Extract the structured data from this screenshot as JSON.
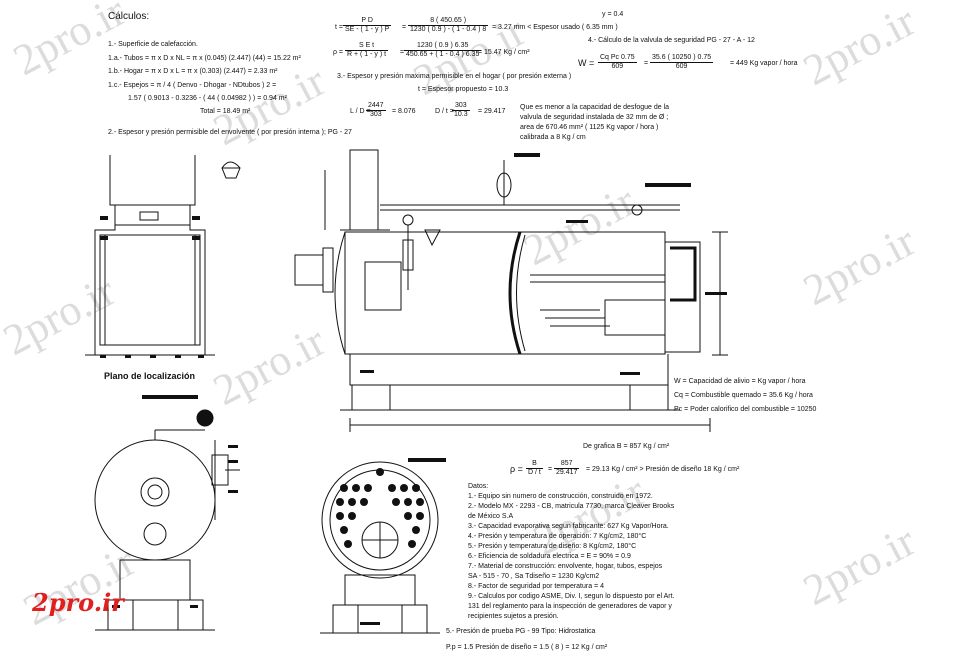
{
  "watermark": "2pro.ir",
  "logo": "2pro.ir",
  "calc": {
    "title": "Cálculos:",
    "l1": "1.- Superficie de calefacción.",
    "l2": "1.a.- Tubos = π x D x NL = π x (0.045) (2.447) (44) = 15.22 m²",
    "l3": "1.b.- Hogar = π x D x L = π x (0.303) (2.447) = 2.33 m²",
    "l4": "1.c.- Espejos = π / 4 ( Denvo - Dhogar - NDtubos ) 2 =",
    "l5": "1.57 ( 0.9013 - 0.3236 - ( 44 ( 0.04982 ) ) = 0.94 m²",
    "l6": "Total = 18.49 m²",
    "l7": "2.- Espesor y presión permisible del envolvente ( por presión interna ); PG - 27"
  },
  "formulas": {
    "t_lhs": "t =",
    "t_num": "P D",
    "t_den": "SE - ( 1 - y ) P",
    "t_num2": "8 ( 450.65 )",
    "t_den2": "1230 ( 0.9 ) - ( 1 - 0.4 ) 8",
    "t_res": "= 3.27 mm < Espesor usado ( 6.35 mm )",
    "y": "y = 0.4",
    "rho_lhs": "ρ =",
    "rho_num": "S E t",
    "rho_den": "R + ( 1 - y ) t",
    "rho_num2": "1230 ( 0.9 ) 6.35",
    "rho_den2": "450.65 + ( 1 - 0.4 ) 6.35",
    "rho_res": "= 15.47 Kg / cm²",
    "valve_title": "4.- Cálculo de la valvula de seguridad PG - 27 - A - 12",
    "w_lhs": "W =",
    "w_num": "Cq  Pc  0.75",
    "w_den": "609",
    "w_num2": "35.6 ( 10250 ) 0.75",
    "w_den2": "609",
    "w_res": "= 449 Kg vapor / hora",
    "sec3": "3.- Espesor y presión maxima permisible en el hogar  ( por presión externa )",
    "t_prop": "t  = Espesor propuesto = 10.3",
    "l_num": "2447",
    "l_den": "303",
    "l_res": "= 8.076",
    "d_num": "303",
    "d_den": "10.3",
    "d_res": "= 29.417",
    "note1": "Que es menor a la capacidad de desfogue de la",
    "note2": "valvula de seguridad instalada de 32 mm de Ø ;",
    "note3": "area de 670.46 mm² ( 1125 Kg vapor / hora )",
    "note4": "calibrada a 8 Kg / cm",
    "legend1": "W = Capacidad de alivio = Kg vapor / hora",
    "legend2": "Cq = Combustible quemado = 35.6 Kg / hora",
    "legend3": "Pc = Poder calorifico del combustible = 10250",
    "grafica": "De grafica B = 857 Kg / cm²",
    "rho2_lhs": "ρ =",
    "rho2_num": "B",
    "rho2_den": "D / t",
    "rho2_num2": "857",
    "rho2_den2": "29.417",
    "rho2_res": "= 29.13 Kg / cm²   > Presión de diseño 18 Kg / cm²"
  },
  "plano": "Plano de localización",
  "datos": {
    "title": "Datos:",
    "items": [
      "1.- Equipo sin numero de construcción, construido en 1972.",
      "2.- Modelo MX - 2293 - CB, matricula 7730, marca Cleaver Brooks",
      "     de México S.A",
      "3.- Capacidad evaporativa segun fabricante: 627 Kg Vapor/Hora.",
      "4.- Presión y temperatura de operación: 7 Kg/cm2, 180°C",
      "5.- Presión y temperatura de diseño: 8 Kg/cm2, 180°C",
      "6.- Eficiencia de soldadura electrica = E = 90% = 0.9",
      "7.- Material de construcción: envolvente, hogar, tubos, espejos",
      "     SA - 515 - 70 ,  Sa Tdiseño = 1230 Kg/cm2",
      "8.- Factor de seguridad por temperatura = 4",
      "9.- Calculos por codigo ASME, Div. I, segun lo dispuesto por el Art.",
      "     131 del reglamento para la inspección de generadores de vapor y",
      "     recipientes sujetos a presión."
    ],
    "prueba": "5.- Presión de prueba  PG - 99   Tipo: Hidrostatica",
    "pp": "P.p = 1.5 Presión de diseño = 1.5 ( 8 ) = 12 Kg / cm²"
  }
}
